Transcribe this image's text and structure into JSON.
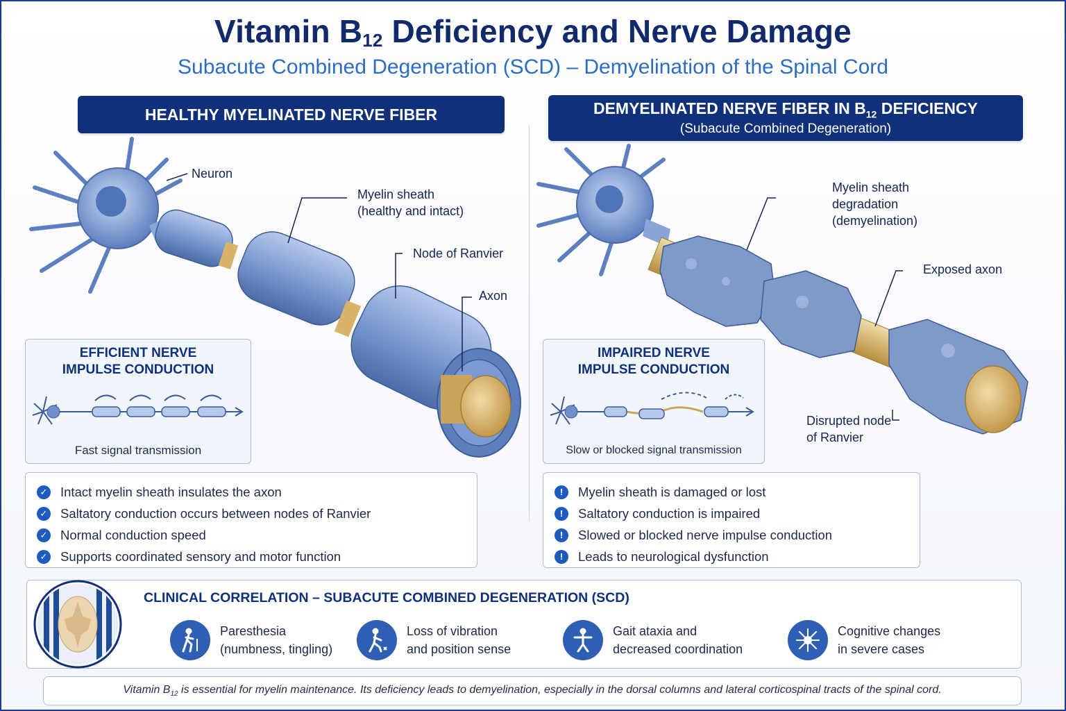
{
  "title": {
    "prefix": "Vitamin B",
    "subscript": "12",
    "suffix": " Deficiency and Nerve Damage"
  },
  "subtitle": "Subacute Combined Degeneration (SCD) – Demyelination of the Spinal Cord",
  "left": {
    "banner": "HEALTHY MYELINATED NERVE FIBER",
    "labels": {
      "neuron": "Neuron",
      "myelin_l1": "Myelin sheath",
      "myelin_l2": "(healthy and intact)",
      "node": "Node of Ranvier",
      "axon": "Axon"
    },
    "conduction": {
      "title_l1": "EFFICIENT NERVE",
      "title_l2": "IMPULSE CONDUCTION",
      "caption": "Fast signal transmission"
    },
    "points": [
      "Intact myelin sheath insulates the axon",
      "Saltatory conduction occurs between nodes of Ranvier",
      "Normal conduction speed",
      "Supports coordinated sensory and motor function"
    ],
    "marker": "✓"
  },
  "right": {
    "banner_prefix": "DEMYELINATED NERVE FIBER IN B",
    "banner_sub": "12",
    "banner_suffix": " DEFICIENCY",
    "banner_l2": "(Subacute Combined Degeneration)",
    "labels": {
      "myelin_l1": "Myelin sheath",
      "myelin_l2": "degradation",
      "myelin_l3": "(demyelination)",
      "exposed": "Exposed axon",
      "disrupted_l1": "Disrupted node",
      "disrupted_l2": "of Ranvier"
    },
    "conduction": {
      "title_l1": "IMPAIRED NERVE",
      "title_l2": "IMPULSE CONDUCTION",
      "caption": "Slow or blocked signal transmission"
    },
    "points": [
      "Myelin sheath is damaged or lost",
      "Saltatory conduction is impaired",
      "Slowed or blocked nerve impulse conduction",
      "Leads to neurological dysfunction"
    ],
    "marker": "!"
  },
  "clinical": {
    "title": "CLINICAL CORRELATION – SUBACUTE COMBINED DEGENERATION (SCD)",
    "symptoms": [
      {
        "l1": "Paresthesia",
        "l2": "(numbness, tingling)",
        "icon": "person-cane-icon"
      },
      {
        "l1": "Loss of vibration",
        "l2": "and position sense",
        "icon": "walking-person-icon"
      },
      {
        "l1": "Gait ataxia and",
        "l2": "decreased coordination",
        "icon": "unsteady-person-icon"
      },
      {
        "l1": "Cognitive changes",
        "l2": "in severe cases",
        "icon": "neuron-icon"
      }
    ]
  },
  "footer": {
    "prefix": "Vitamin B",
    "subscript": "12",
    "suffix": " is essential for myelin maintenance. Its deficiency leads to demyelination, especially in the dorsal columns and lateral corticospinal tracts of the spinal cord."
  },
  "colors": {
    "navy": "#10307a",
    "accent": "#2b6cc4",
    "myelin": "#7d9bd0",
    "axon": "#c9a45a"
  }
}
